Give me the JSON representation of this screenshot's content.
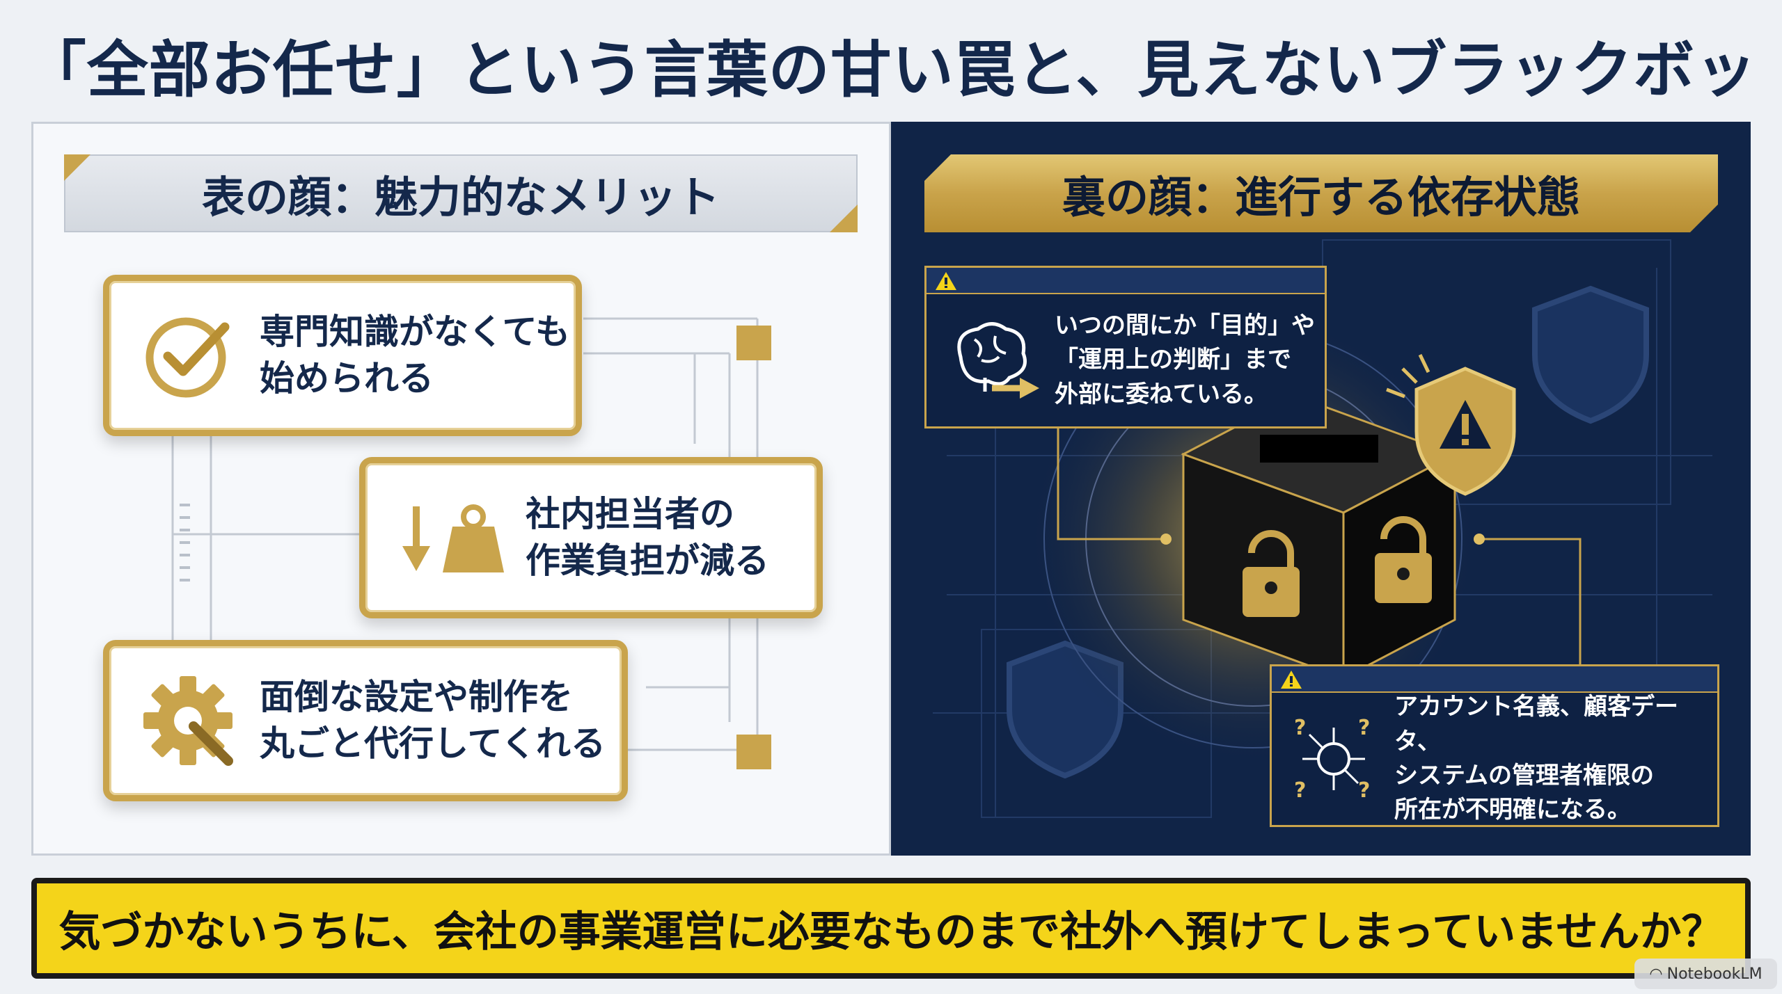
{
  "title": "「全部お任せ」という言葉の甘い罠と、見えないブラックボックス",
  "left": {
    "heading": "表の顔：魅力的なメリット",
    "cards": [
      {
        "icon": "checkmark-circle-icon",
        "lines": [
          "専門知識がなくても",
          "始められる"
        ]
      },
      {
        "icon": "weight-down-icon",
        "lines": [
          "社内担当者の",
          "作業負担が減る"
        ]
      },
      {
        "icon": "gear-wrench-icon",
        "lines": [
          "面倒な設定や制作を",
          "丸ごと代行してくれる"
        ]
      }
    ]
  },
  "right": {
    "heading": "裏の顔：進行する依存状態",
    "callouts": [
      {
        "icon": "brain-arrow-icon",
        "lines": [
          "いつの間にか「目的」や",
          "「運用上の判断」まで",
          "外部に委ねている。"
        ]
      },
      {
        "icon": "question-network-icon",
        "lines": [
          "アカウント名義、顧客データ、",
          "システムの管理者権限の",
          "所在が不明確になる。"
        ]
      }
    ]
  },
  "bottom": "気づかないうちに、会社の事業運営に必要なものまで社外へ預けてしまっていませんか？",
  "badge": "NotebookLM",
  "colors": {
    "navy": "#102447",
    "gold": "#c9a44c",
    "yellow": "#f4d41a"
  }
}
